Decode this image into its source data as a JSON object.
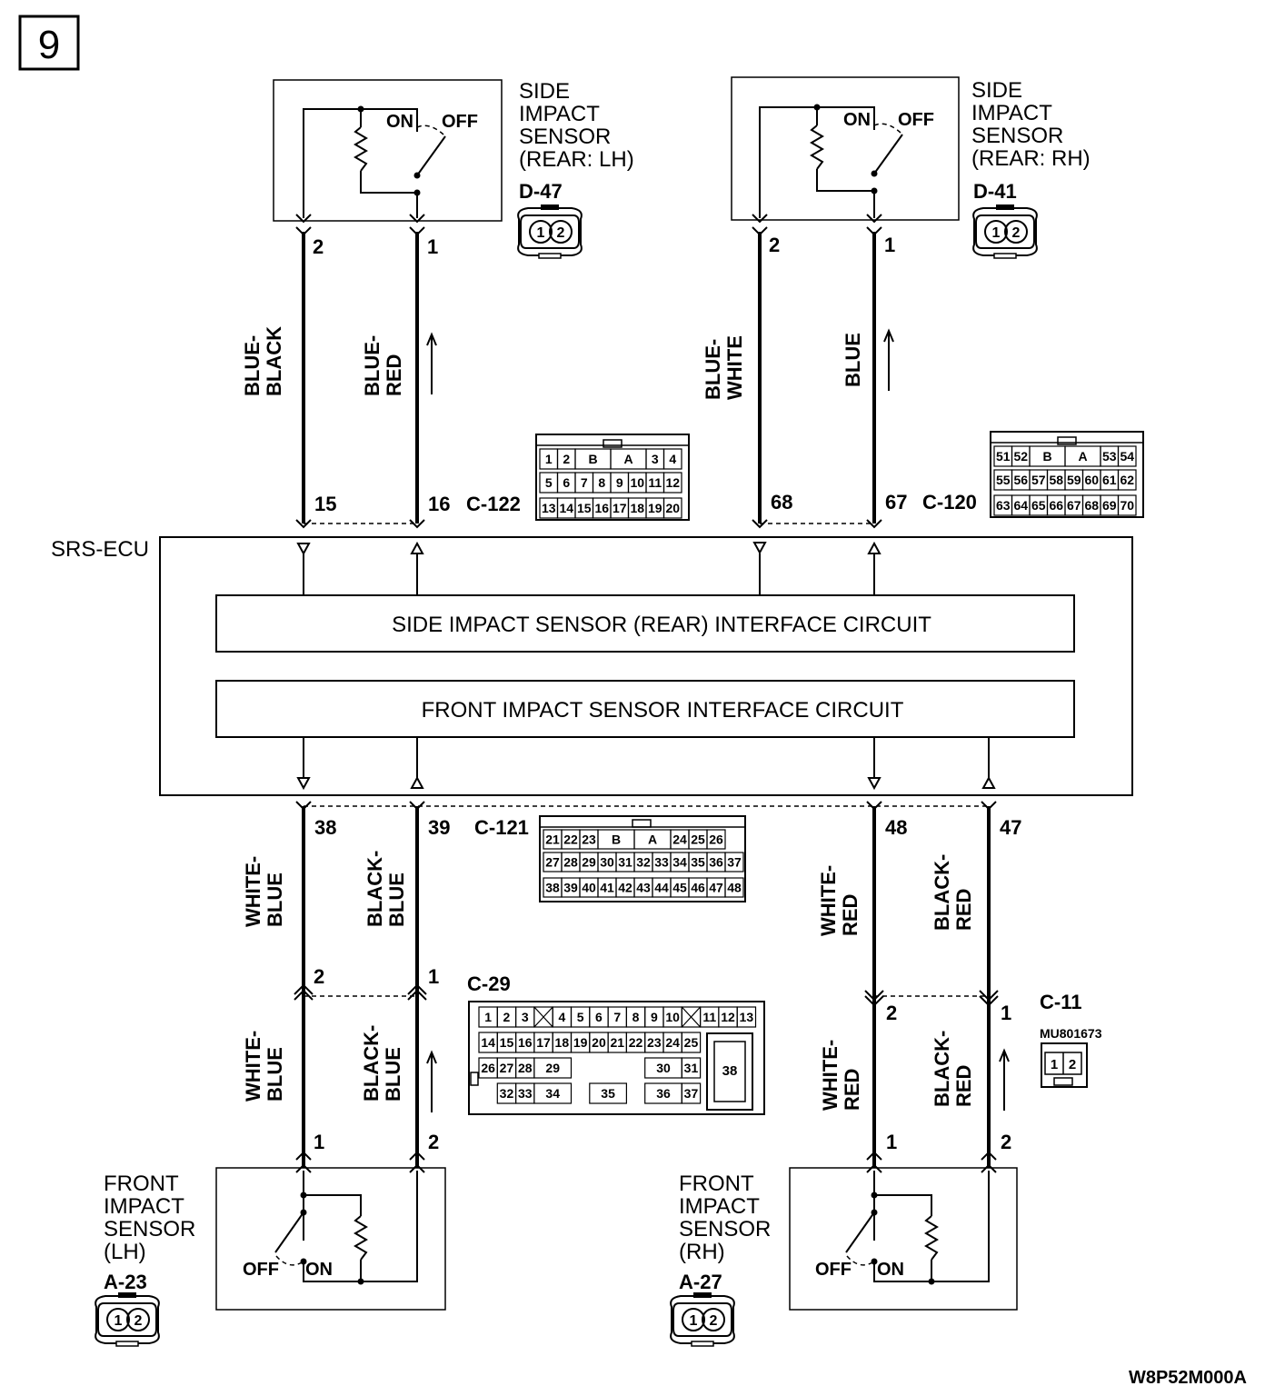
{
  "page_number": "9",
  "figure_code": "W8P52M000A",
  "ecu_label": "SRS-ECU",
  "circuits": {
    "side_rear": "SIDE IMPACT SENSOR (REAR) INTERFACE CIRCUIT",
    "front": "FRONT IMPACT SENSOR INTERFACE CIRCUIT"
  },
  "switch_states": {
    "on": "ON",
    "off": "OFF"
  },
  "sensors": {
    "rear_lh": {
      "name": [
        "SIDE",
        "IMPACT",
        "SENSOR",
        "(REAR: LH)"
      ],
      "connector": "D-47",
      "pin_a": "2",
      "pin_b": "1"
    },
    "rear_rh": {
      "name": [
        "SIDE",
        "IMPACT",
        "SENSOR",
        "(REAR: RH)"
      ],
      "connector": "D-41",
      "pin_a": "2",
      "pin_b": "1"
    },
    "front_lh": {
      "name": [
        "FRONT",
        "IMPACT",
        "SENSOR",
        "(LH)"
      ],
      "connector": "A-23",
      "pin_a": "1",
      "pin_b": "2"
    },
    "front_rh": {
      "name": [
        "FRONT",
        "IMPACT",
        "SENSOR",
        "(RH)"
      ],
      "connector": "A-27",
      "pin_a": "1",
      "pin_b": "2"
    }
  },
  "sensor_pins": [
    "1",
    "2"
  ],
  "wires": {
    "lh_rear_a": [
      "BLUE-",
      "BLACK"
    ],
    "lh_rear_b": [
      "BLUE-",
      "RED"
    ],
    "rh_rear_a": [
      "BLUE-",
      "WHITE"
    ],
    "rh_rear_b": [
      "BLUE"
    ],
    "lh_front_a": [
      "WHITE-",
      "BLUE"
    ],
    "lh_front_b": [
      "BLACK-",
      "BLUE"
    ],
    "rh_front_a": [
      "WHITE-",
      "RED"
    ],
    "rh_front_b": [
      "BLACK-",
      "RED"
    ]
  },
  "ecu_pins": {
    "c122": [
      "15",
      "16"
    ],
    "c120": [
      "68",
      "67"
    ],
    "c121": [
      "38",
      "39",
      "48",
      "47"
    ]
  },
  "junction_pins": {
    "c29": [
      "2",
      "1"
    ],
    "c11": [
      "2",
      "1"
    ]
  },
  "connectors": {
    "c122": {
      "name": "C-122",
      "rows": [
        [
          "1",
          "2",
          "B",
          "A",
          "3",
          "4"
        ],
        [
          "5",
          "6",
          "7",
          "8",
          "9",
          "10",
          "11",
          "12"
        ],
        [
          "13",
          "14",
          "15",
          "16",
          "17",
          "18",
          "19",
          "20"
        ]
      ]
    },
    "c120": {
      "name": "C-120",
      "rows": [
        [
          "51",
          "52",
          "B",
          "A",
          "53",
          "54"
        ],
        [
          "55",
          "56",
          "57",
          "58",
          "59",
          "60",
          "61",
          "62"
        ],
        [
          "63",
          "64",
          "65",
          "66",
          "67",
          "68",
          "69",
          "70"
        ]
      ]
    },
    "c121": {
      "name": "C-121",
      "rows": [
        [
          "21",
          "22",
          "23",
          "B",
          "A",
          "24",
          "25",
          "26"
        ],
        [
          "27",
          "28",
          "29",
          "30",
          "31",
          "32",
          "33",
          "34",
          "35",
          "36",
          "37"
        ],
        [
          "38",
          "39",
          "40",
          "41",
          "42",
          "43",
          "44",
          "45",
          "46",
          "47",
          "48"
        ]
      ]
    },
    "c29": {
      "name": "C-29",
      "row1": [
        "1",
        "2",
        "3",
        "4",
        "5",
        "6",
        "7",
        "8",
        "9",
        "10",
        "11",
        "12",
        "13"
      ],
      "row2": [
        "14",
        "15",
        "16",
        "17",
        "18",
        "19",
        "20",
        "21",
        "22",
        "23",
        "24",
        "25"
      ],
      "row3": [
        "26",
        "27",
        "28",
        "29",
        "30",
        "31"
      ],
      "row4": [
        "32",
        "33",
        "34",
        "35",
        "36",
        "37"
      ],
      "big": "38"
    },
    "c11": {
      "name": "C-11",
      "part": "MU801673",
      "pins": [
        "1",
        "2"
      ]
    }
  }
}
